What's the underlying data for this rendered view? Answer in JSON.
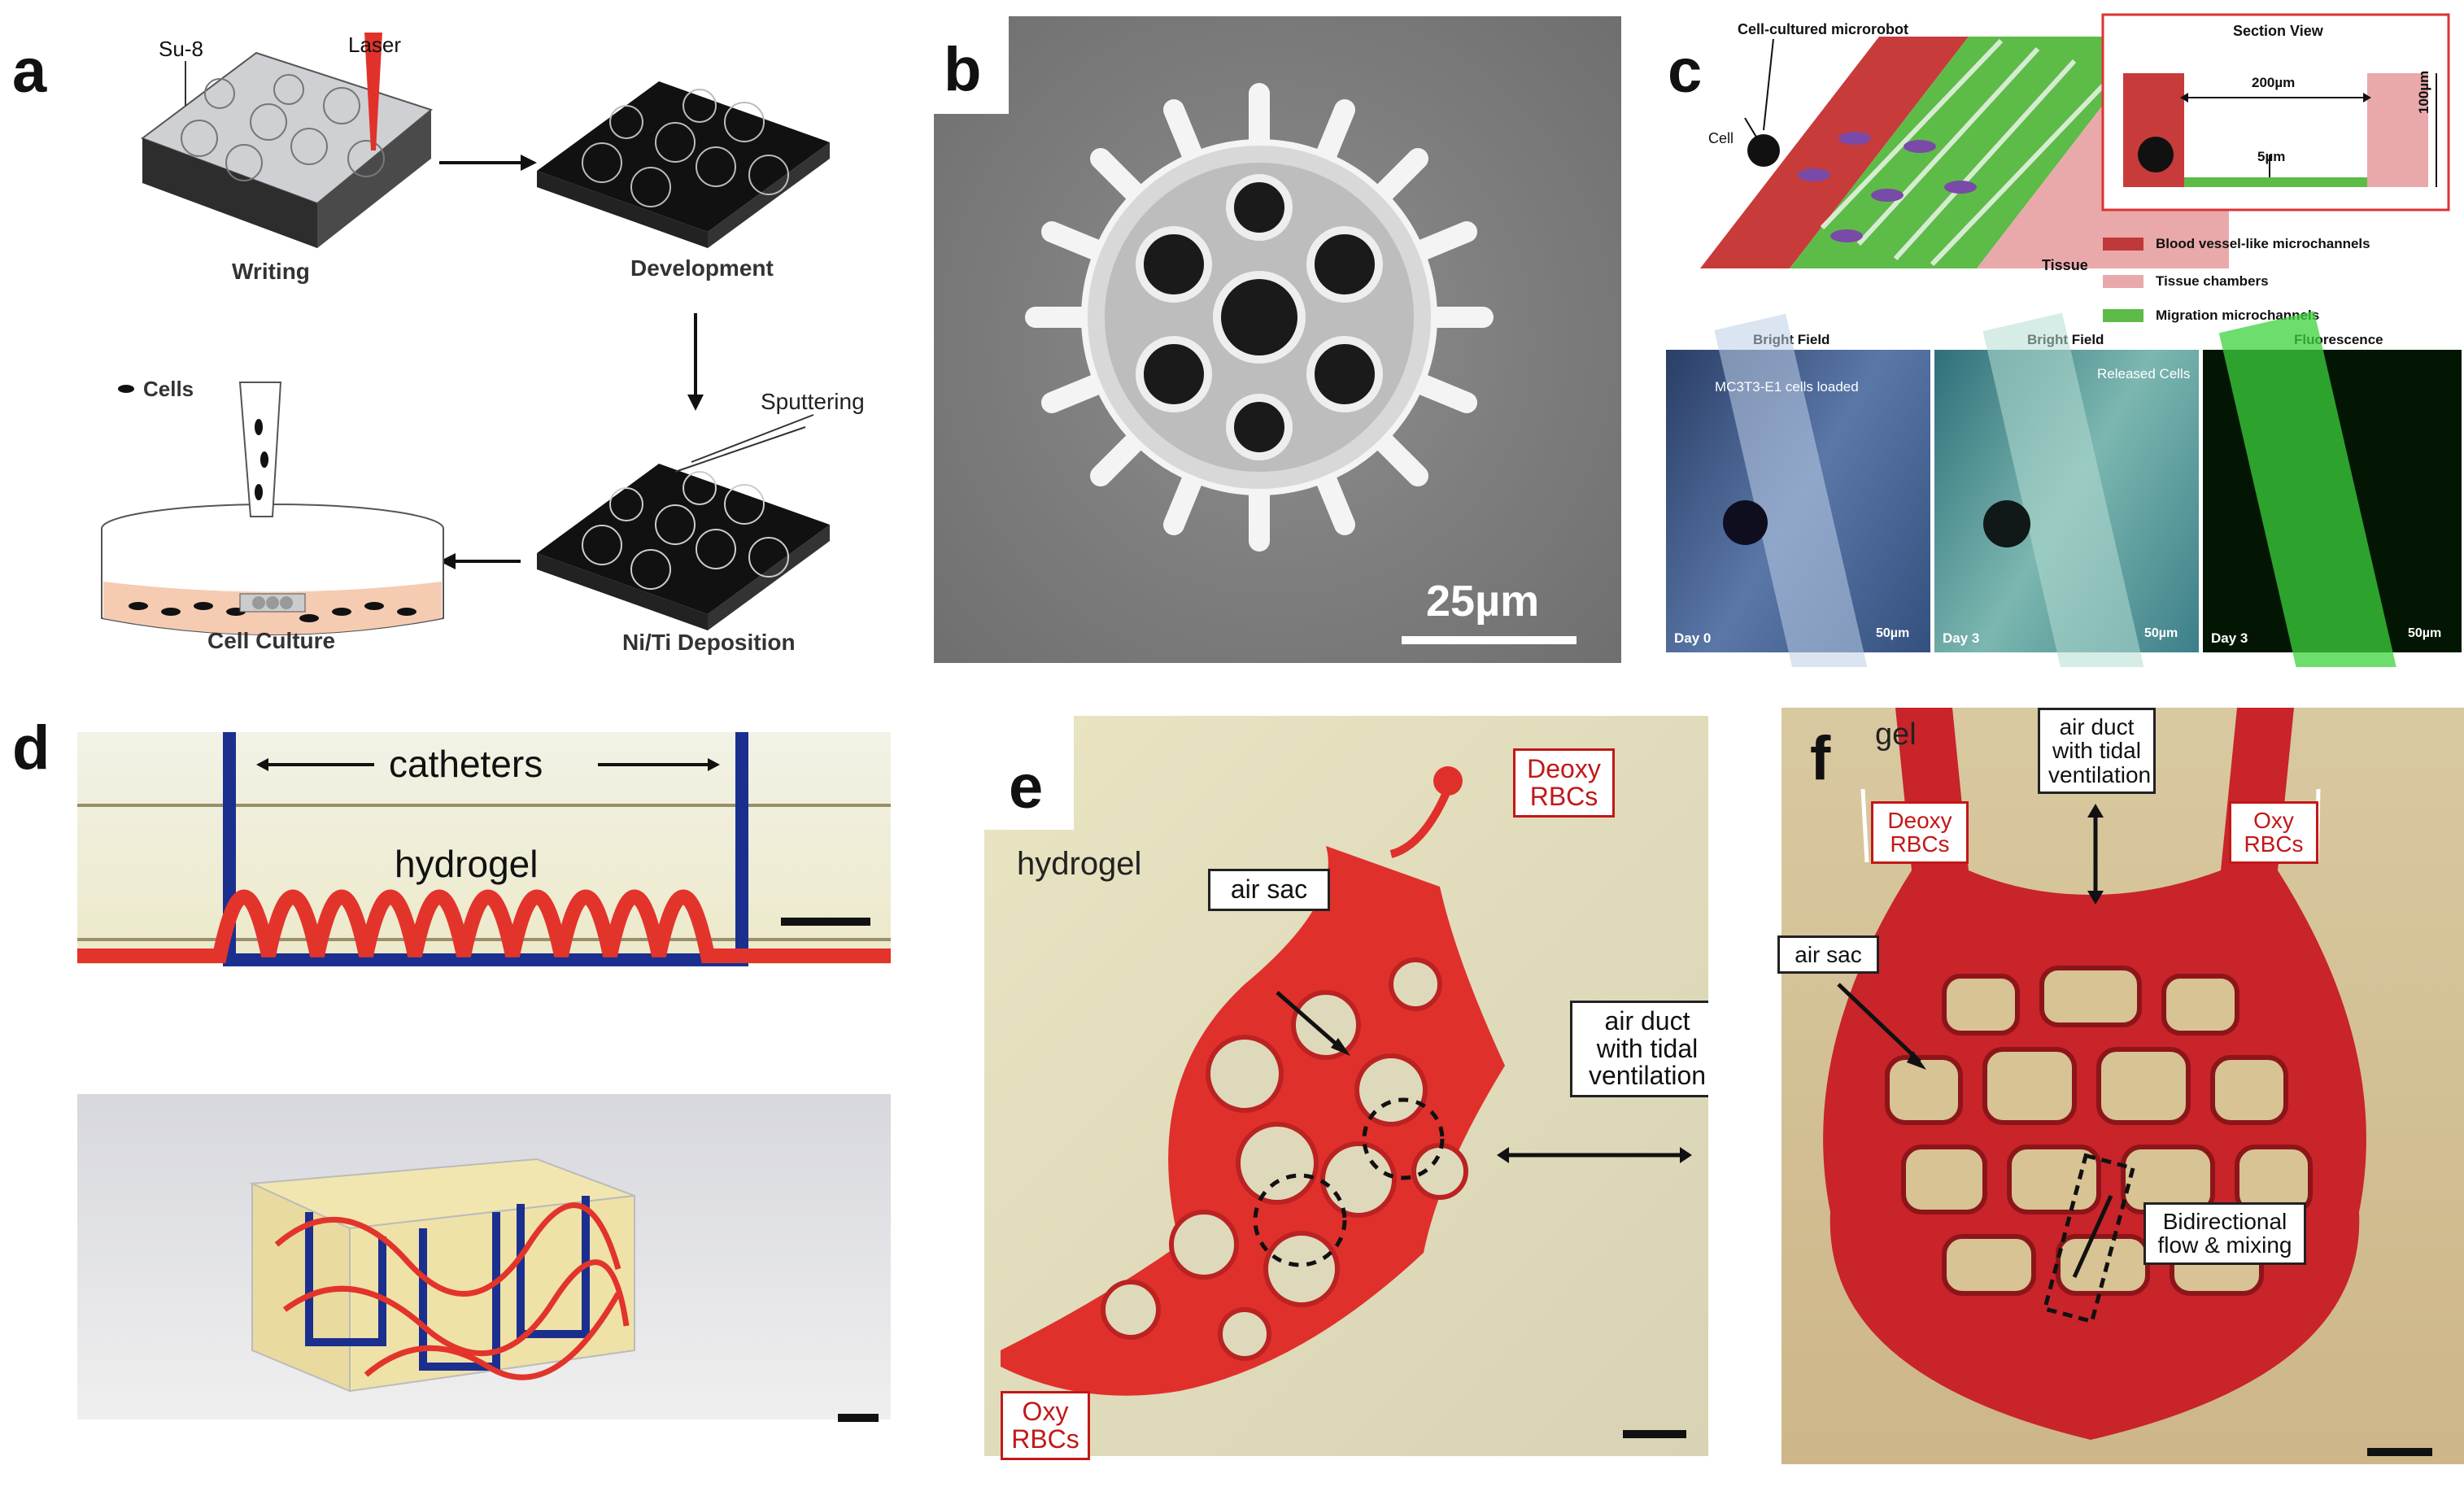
{
  "figure": {
    "panel_labels": [
      "a",
      "b",
      "c",
      "d",
      "e",
      "f"
    ]
  },
  "panel_a": {
    "su8_label": "Su-8",
    "laser_label": "Laser",
    "writing_label": "Writing",
    "development_label": "Development",
    "sputtering_label": "Sputtering",
    "cells_label": "Cells",
    "cell_culture_label": "Cell Culture",
    "deposition_label": "Ni/Ti Deposition"
  },
  "panel_b": {
    "scale_label": "25µm"
  },
  "panel_c": {
    "microrobot_label": "Cell-cultured microrobot",
    "cell_label": "Cell",
    "tissue_label": "Tissue",
    "section_view_label": "Section View",
    "dim_200": "200µm",
    "dim_5": "5µm",
    "dim_100": "100µm",
    "legend": [
      {
        "label": "Blood vessel-like microchannels",
        "color": "#c0393a"
      },
      {
        "label": "Tissue chambers",
        "color": "#e9a9ab"
      },
      {
        "label": "Migration microchannels",
        "color": "#5dbb47"
      }
    ],
    "micrographs": [
      {
        "title": "Bright Field",
        "day": "Day 0",
        "scale": "50µm",
        "annotation": "MC3T3-E1 cells loaded"
      },
      {
        "title": "Bright Field",
        "day": "Day 3",
        "scale": "50µm",
        "annotation": "Released Cells"
      },
      {
        "title": "Fluorescence",
        "day": "Day 3",
        "scale": "50µm",
        "annotation": ""
      }
    ]
  },
  "panel_d": {
    "catheters_label": "catheters",
    "hydrogel_label": "hydrogel"
  },
  "panel_e": {
    "hydrogel_label": "hydrogel",
    "deoxy_label": "Deoxy RBCs",
    "air_sac_label": "air sac",
    "air_duct_label": "air duct with tidal ventilation",
    "oxy_label": "Oxy RBCs"
  },
  "panel_f": {
    "hydrogel_fragment": "gel",
    "air_duct_label": "air duct with tidal ventilation",
    "deoxy_label": "Deoxy RBCs",
    "oxy_label": "Oxy RBCs",
    "air_sac_label": "air sac",
    "bidirectional_label": "Bidirectional flow & mixing"
  }
}
